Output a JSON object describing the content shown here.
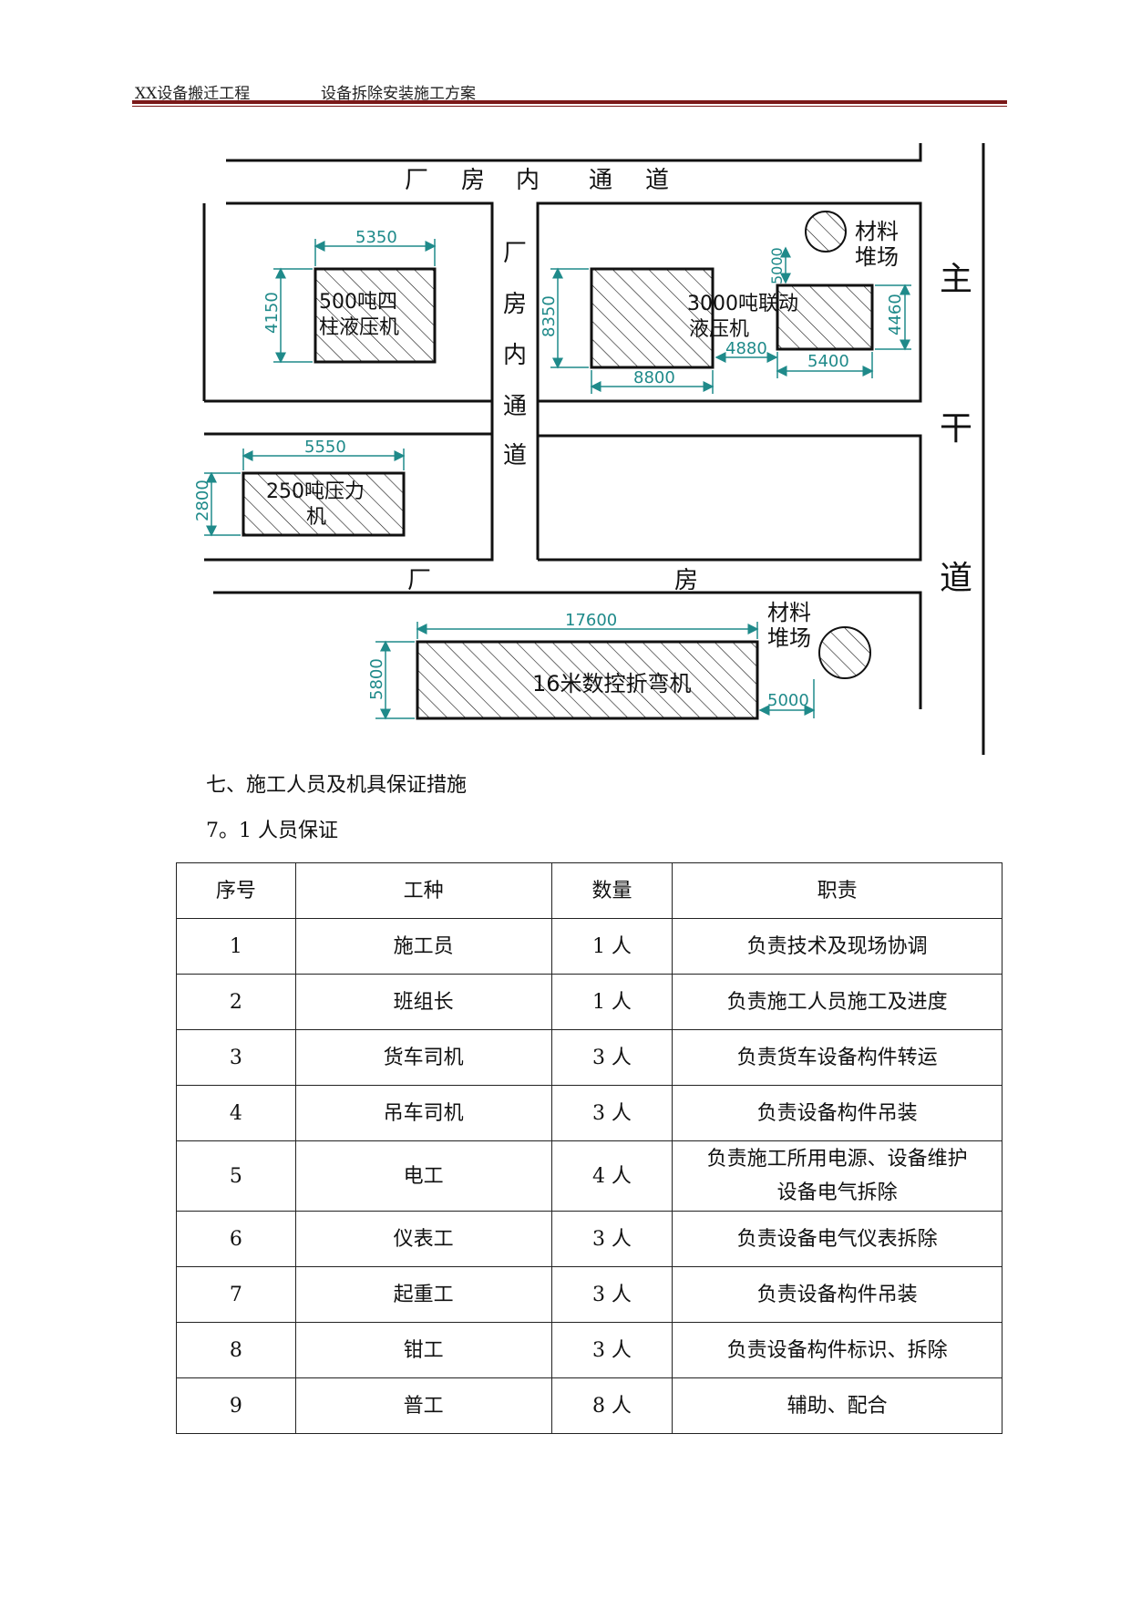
{
  "header": {
    "project": "XX设备搬迁工程",
    "doc_title": "设备拆除安装施工方案"
  },
  "plan": {
    "corridor_top": [
      "厂",
      "房",
      "内",
      "通",
      "道"
    ],
    "corridor_vertical": [
      "厂",
      "房",
      "内",
      "通",
      "道"
    ],
    "main_road": [
      "主",
      "干",
      "道"
    ],
    "workshop_bottom": [
      "厂",
      "房"
    ],
    "storage_top": [
      "材料",
      "堆场"
    ],
    "storage_bottom": [
      "材料",
      "堆场"
    ],
    "machines": [
      {
        "name_lines": [
          "500吨四",
          "柱液压机"
        ],
        "width_dim": "5350",
        "height_dim": "4150"
      },
      {
        "name_lines": [
          "3000吨联动",
          "液压机"
        ],
        "width_dim": "8800",
        "height_dim": "8350"
      },
      {
        "name_lines": [
          ""
        ],
        "width_dim": "5400",
        "height_dim": "4460"
      },
      {
        "name_lines": [
          "250吨压力",
          "机"
        ],
        "width_dim": "5550",
        "height_dim": "2800"
      },
      {
        "name_lines": [
          "16米数控折弯机"
        ],
        "width_dim": "17600",
        "height_dim": "5800"
      }
    ],
    "dims_extra": {
      "gap_4880": "4880",
      "gap_5000_vertical": "5000",
      "gap_5000_bottom": "5000"
    },
    "colors": {
      "dimension": "#1f8a8a",
      "line": "#111111"
    }
  },
  "section": {
    "title": "七、施工人员及机具保证措施",
    "subtitle": "7。1 人员保证"
  },
  "table": {
    "headers": [
      "序号",
      "工种",
      "数量",
      "职责"
    ],
    "rows": [
      [
        "1",
        "施工员",
        "1 人",
        "负责技术及现场协调"
      ],
      [
        "2",
        "班组长",
        "1 人",
        "负责施工人员施工及进度"
      ],
      [
        "3",
        "货车司机",
        "3 人",
        "负责货车设备构件转运"
      ],
      [
        "4",
        "吊车司机",
        "3 人",
        "负责设备构件吊装"
      ],
      [
        "5",
        "电工",
        "4 人",
        "负责施工所用电源、设备维护设备电气拆除"
      ],
      [
        "6",
        "仪表工",
        "3 人",
        "负责设备电气仪表拆除"
      ],
      [
        "7",
        "起重工",
        "3 人",
        "负责设备构件吊装"
      ],
      [
        "8",
        "钳工",
        "3 人",
        "负责设备构件标识、拆除"
      ],
      [
        "9",
        "普工",
        "8 人",
        "辅助、配合"
      ]
    ],
    "row5_duty_lines": [
      "负责施工所用电源、设备维护",
      "设备电气拆除"
    ]
  }
}
